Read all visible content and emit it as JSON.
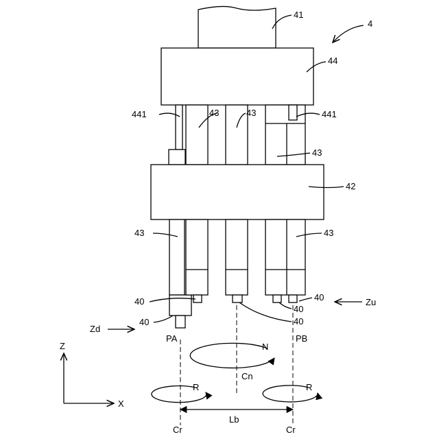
{
  "labels": {
    "unit": "4",
    "shaft": "41",
    "upper_block": "44",
    "lower_block": "42",
    "rod_upper_1": "43",
    "rod_upper_2": "43",
    "rod_upper_3": "43",
    "rod_lower_1": "43",
    "rod_lower_2": "43",
    "pin_left": "441",
    "pin_right": "441",
    "nozzle_1": "40",
    "nozzle_2": "40",
    "nozzle_3": "40",
    "nozzle_4": "40",
    "nozzle_5": "40",
    "zd": "Zd",
    "zu": "Zu",
    "pa": "PA",
    "pb": "PB",
    "n": "N",
    "cn": "Cn",
    "r_left": "R",
    "r_right": "R",
    "lb": "Lb",
    "cr_left": "Cr",
    "cr_right": "Cr",
    "axis_z": "Z",
    "axis_x": "X"
  }
}
